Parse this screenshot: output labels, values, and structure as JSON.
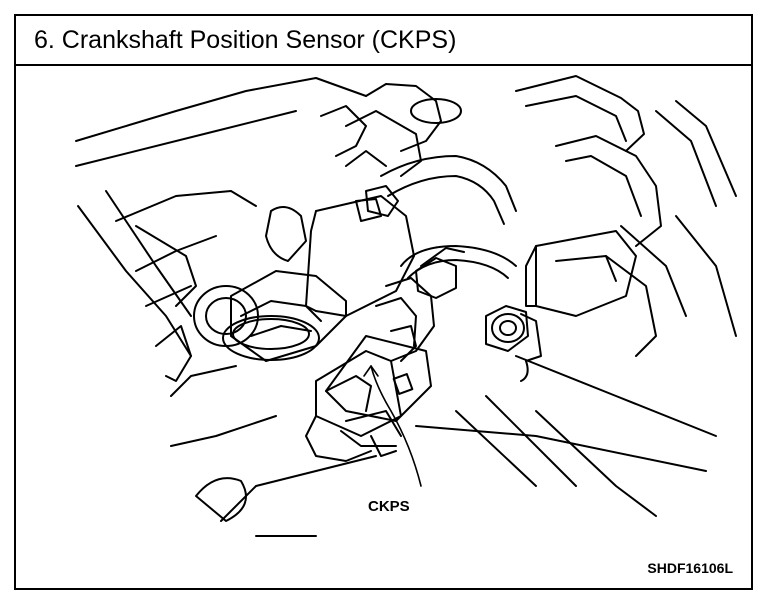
{
  "title": "6.  Crankshaft Position Sensor (CKPS)",
  "callout_label": "CKPS",
  "figure_code": "SHDF16106L",
  "icons": [
    "crankshaft-position-sensor-illustration",
    "leader-line"
  ]
}
